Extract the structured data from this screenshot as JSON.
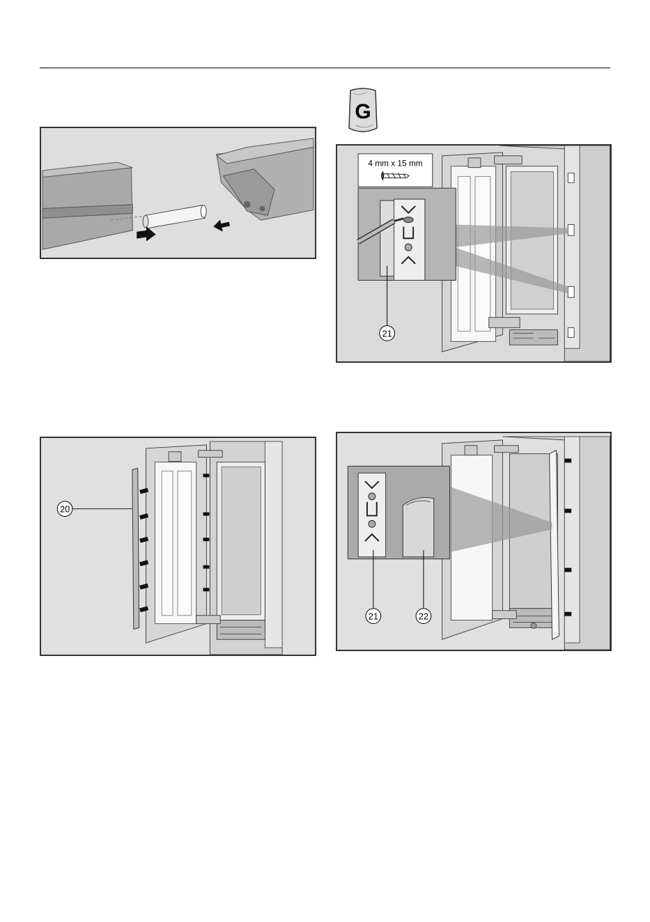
{
  "bag_letter": "G",
  "screw_size": "4 mm x 15 mm",
  "callouts": {
    "c20": "20",
    "c21_top": "21",
    "c21_bottom": "21",
    "c22": "22"
  }
}
